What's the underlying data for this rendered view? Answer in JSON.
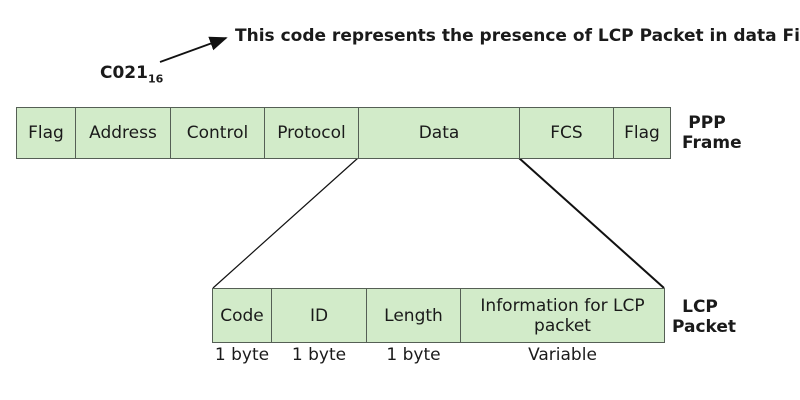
{
  "annotation": {
    "code_main": "C021",
    "code_subscript": "16",
    "description": "This code represents the presence of LCP Packet in data Field"
  },
  "ppp_frame": {
    "fields": [
      "Flag",
      "Address",
      "Control",
      "Protocol",
      "Data",
      "FCS",
      "Flag"
    ],
    "label_line1": "PPP",
    "label_line2": "Frame"
  },
  "lcp_packet": {
    "fields": [
      "Code",
      "ID",
      "Length",
      "Information for LCP packet"
    ],
    "sizes": [
      "1 byte",
      "1 byte",
      "1 byte",
      "Variable"
    ],
    "label_line1": "LCP",
    "label_line2": "Packet"
  },
  "colors": {
    "cell_fill": "#d2ebc9",
    "border": "#555f55",
    "line": "#111111"
  }
}
